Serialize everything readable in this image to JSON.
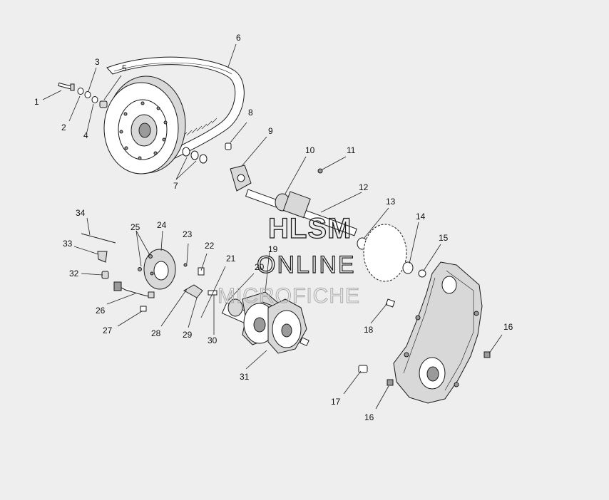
{
  "callouts": [
    "1",
    "2",
    "3",
    "4",
    "5",
    "6",
    "7",
    "8",
    "9",
    "10",
    "11",
    "12",
    "13",
    "14",
    "15",
    "16",
    "17",
    "18",
    "19",
    "20",
    "21",
    "22",
    "23",
    "24",
    "25",
    "26",
    "27",
    "28",
    "29",
    "30",
    "31",
    "32",
    "33",
    "34"
  ],
  "callout_16b": "16",
  "watermark": {
    "line1": "HLSM",
    "line2": "ONLINE",
    "line3": "MICROFICHE"
  }
}
